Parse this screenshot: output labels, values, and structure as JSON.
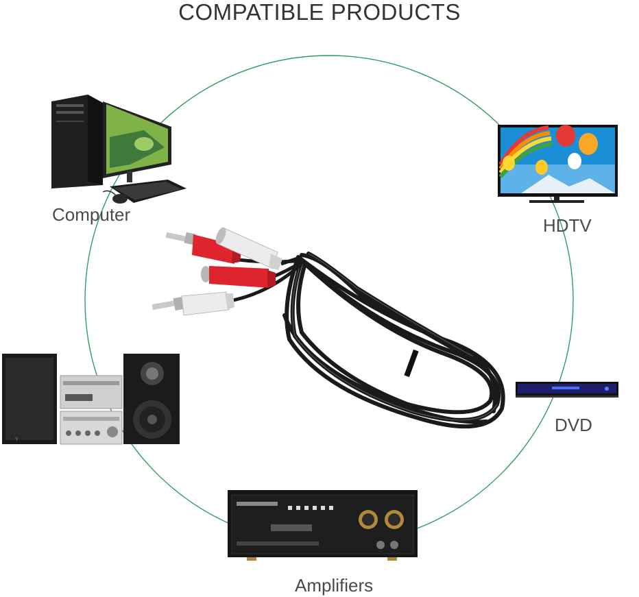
{
  "title": "COMPATIBLE PRODUCTS",
  "devices": {
    "computer": "Computer",
    "hdtv": "HDTV",
    "dvd": "DVD",
    "amplifiers": "Amplifiers"
  },
  "colors": {
    "ring": "#2e9e5e",
    "title_text": "#333333",
    "label_text": "#4a4a4a",
    "plug_red": "#e0242e",
    "plug_white": "#ececec",
    "cable": "#1a1a1a"
  },
  "icons": [
    "computer-icon",
    "hdtv-icon",
    "stereo-speakers-icon",
    "dvd-player-icon",
    "amplifier-icon",
    "rca-cable-icon"
  ]
}
